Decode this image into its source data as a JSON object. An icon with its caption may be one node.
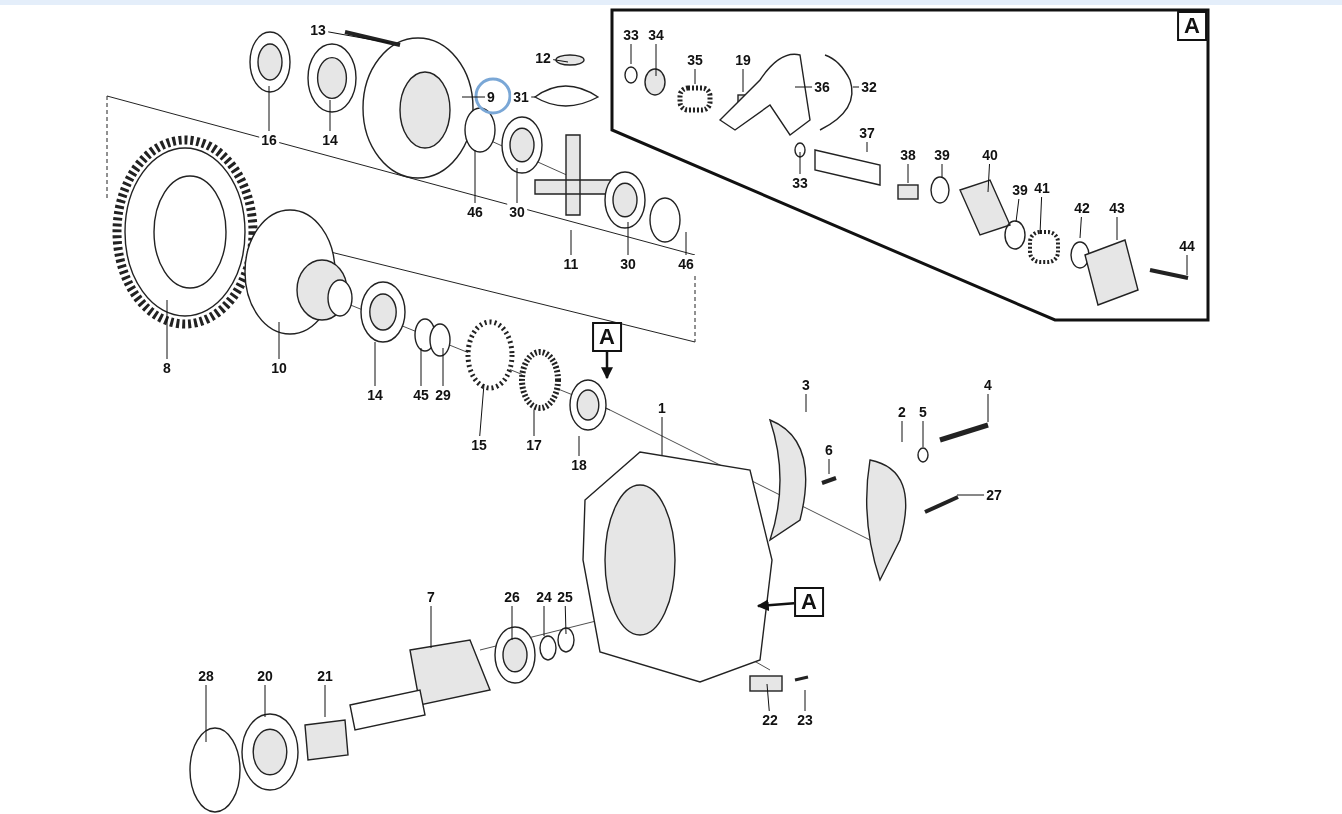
{
  "diagram": {
    "nodes": [
      {
        "text": [],
        "shape": "box"
      },
      {
        "text": [
          "33"
        ],
        "in": 0
      },
      {
        "text": [
          "34"
        ],
        "in": 0
      },
      {
        "text": [
          "35"
        ],
        "in": 0
      },
      {
        "text": [
          "19"
        ],
        "in": 0
      },
      {
        "text": [
          "36"
        ],
        "in": 0
      },
      {
        "text": [
          "32"
        ],
        "in": 0
      },
      {
        "text": [
          "37"
        ],
        "in": 0
      },
      {
        "text": [
          "33"
        ],
        "in": 0
      },
      {
        "text": [
          "38"
        ],
        "in": 0
      },
      {
        "text": [
          "39"
        ],
        "in": 0
      },
      {
        "text": [
          "40"
        ],
        "in": 0
      },
      {
        "text": [
          "39"
        ],
        "in": 0
      },
      {
        "text": [
          "41"
        ],
        "in": 0
      },
      {
        "text": [
          "42"
        ],
        "in": 0
      },
      {
        "text": [
          "43"
        ],
        "in": 0
      },
      {
        "text": [
          "44"
        ],
        "in": 0
      },
      {
        "text": [
          "13"
        ]
      },
      {
        "text": [
          "12"
        ]
      },
      {
        "text": [
          "9"
        ]
      },
      {
        "text": [
          "31"
        ]
      },
      {
        "text": [
          "16"
        ]
      },
      {
        "text": [
          "14"
        ]
      },
      {
        "text": [
          "46"
        ]
      },
      {
        "text": [
          "30"
        ]
      },
      {
        "text": [
          "11"
        ]
      },
      {
        "text": [
          "30"
        ]
      },
      {
        "text": [
          "46"
        ]
      },
      {
        "text": [
          "A"
        ]
      },
      {
        "text": [
          "8"
        ]
      },
      {
        "text": [
          "10"
        ]
      },
      {
        "text": [
          "14"
        ]
      },
      {
        "text": [
          "45"
        ]
      },
      {
        "text": [
          "29"
        ]
      },
      {
        "text": [
          "3"
        ]
      },
      {
        "text": [
          "4"
        ]
      },
      {
        "text": [
          "1"
        ]
      },
      {
        "text": [
          "2"
        ]
      },
      {
        "text": [
          "5"
        ]
      },
      {
        "text": [
          "15"
        ]
      },
      {
        "text": [
          "17"
        ]
      },
      {
        "text": [
          "6"
        ]
      },
      {
        "text": [
          "18"
        ]
      },
      {
        "text": [
          "27"
        ]
      },
      {
        "text": [
          "7"
        ]
      },
      {
        "text": [
          "26"
        ]
      },
      {
        "text": [
          "24"
        ]
      },
      {
        "text": [
          "25"
        ]
      },
      {
        "text": [
          "A"
        ]
      },
      {
        "text": [
          "28"
        ]
      },
      {
        "text": [
          "20"
        ]
      },
      {
        "text": [
          "21"
        ]
      },
      {
        "text": [
          "22"
        ]
      },
      {
        "text": [
          "23"
        ]
      },
      {
        "text": [
          "A"
        ],
        "in": 0
      }
    ],
    "edges": [
      {
        "from": 1,
        "to": null,
        "arrow": "none"
      },
      {
        "from": 2,
        "to": null,
        "arrow": "none"
      },
      {
        "from": 3,
        "to": null,
        "arrow": "none"
      },
      {
        "from": 4,
        "to": null,
        "arrow": "none"
      },
      {
        "from": 5,
        "to": null,
        "arrow": "none"
      },
      {
        "from": 6,
        "to": null,
        "arrow": "none"
      },
      {
        "from": 7,
        "to": null,
        "arrow": "none"
      },
      {
        "from": 8,
        "to": null,
        "arrow": "none"
      },
      {
        "from": 9,
        "to": null,
        "arrow": "none"
      },
      {
        "from": 10,
        "to": null,
        "arrow": "none"
      },
      {
        "from": 11,
        "to": null,
        "arrow": "none"
      },
      {
        "from": 12,
        "to": null,
        "arrow": "none"
      },
      {
        "from": 13,
        "to": null,
        "arrow": "none"
      },
      {
        "from": 14,
        "to": null,
        "arrow": "none"
      },
      {
        "from": 15,
        "to": null,
        "arrow": "none"
      },
      {
        "from": 16,
        "to": null,
        "arrow": "none"
      },
      {
        "from": 17,
        "to": null,
        "arrow": "none"
      },
      {
        "from": 18,
        "to": null,
        "arrow": "none"
      },
      {
        "from": 19,
        "to": null,
        "arrow": "none"
      },
      {
        "from": 20,
        "to": null,
        "arrow": "none"
      },
      {
        "from": 21,
        "to": null,
        "arrow": "none"
      },
      {
        "from": 22,
        "to": null,
        "arrow": "none"
      },
      {
        "from": 23,
        "to": null,
        "arrow": "none"
      },
      {
        "from": 24,
        "to": null,
        "arrow": "none"
      },
      {
        "from": 25,
        "to": null,
        "arrow": "none"
      },
      {
        "from": 26,
        "to": null,
        "arrow": "none"
      },
      {
        "from": 27,
        "to": null,
        "arrow": "none"
      },
      {
        "from": 28,
        "to": null,
        "arrow": "to"
      },
      {
        "from": 29,
        "to": null,
        "arrow": "none"
      },
      {
        "from": 30,
        "to": null,
        "arrow": "none"
      },
      {
        "from": 31,
        "to": null,
        "arrow": "none"
      },
      {
        "from": 32,
        "to": null,
        "arrow": "none"
      },
      {
        "from": 33,
        "to": null,
        "arrow": "none"
      },
      {
        "from": 34,
        "to": null,
        "arrow": "none"
      },
      {
        "from": 35,
        "to": null,
        "arrow": "none"
      },
      {
        "from": 36,
        "to": null,
        "arrow": "none"
      },
      {
        "from": 37,
        "to": null,
        "arrow": "none"
      },
      {
        "from": 38,
        "to": null,
        "arrow": "none"
      },
      {
        "from": 39,
        "to": null,
        "arrow": "none"
      },
      {
        "from": 40,
        "to": null,
        "arrow": "none"
      },
      {
        "from": 41,
        "to": null,
        "arrow": "none"
      },
      {
        "from": 42,
        "to": null,
        "arrow": "none"
      },
      {
        "from": 43,
        "to": null,
        "arrow": "none"
      },
      {
        "from": 44,
        "to": null,
        "arrow": "none"
      },
      {
        "from": 45,
        "to": null,
        "arrow": "none"
      },
      {
        "from": 46,
        "to": null,
        "arrow": "none"
      },
      {
        "from": 47,
        "to": null,
        "arrow": "none"
      },
      {
        "from": 48,
        "to": null,
        "arrow": "to"
      },
      {
        "from": 49,
        "to": null,
        "arrow": "none"
      },
      {
        "from": 50,
        "to": null,
        "arrow": "none"
      },
      {
        "from": 51,
        "to": null,
        "arrow": "none"
      },
      {
        "from": 52,
        "to": null,
        "arrow": "none"
      },
      {
        "from": 53,
        "to": null,
        "arrow": "none"
      }
    ]
  }
}
